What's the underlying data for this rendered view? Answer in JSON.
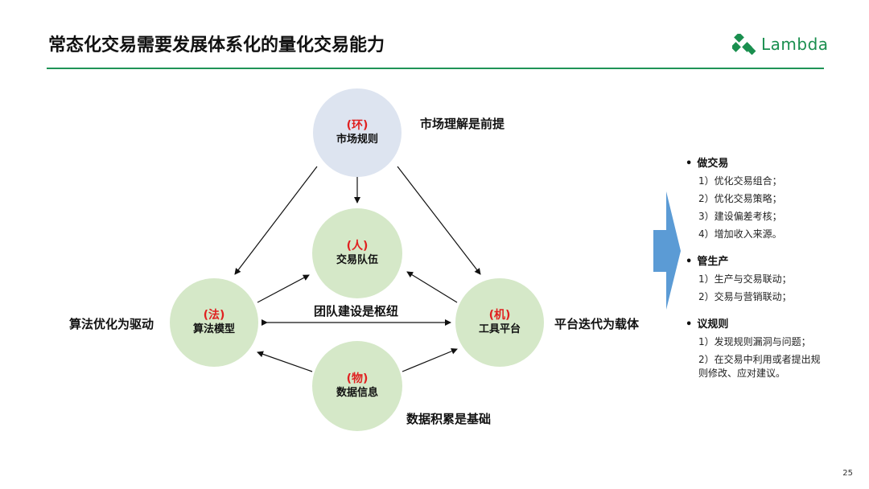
{
  "header": {
    "title": "常态化交易需要发展体系化的量化交易能力",
    "logo_text": "Lambda",
    "accent_color": "#1f9457"
  },
  "diagram": {
    "nodes": {
      "top": {
        "tag": "(环)",
        "label": "市场规则",
        "color": "#dde4f0"
      },
      "center": {
        "tag": "(人)",
        "label": "交易队伍",
        "color": "#d5e8c8"
      },
      "left": {
        "tag": "(法)",
        "label": "算法模型",
        "color": "#d5e8c8"
      },
      "right": {
        "tag": "(机)",
        "label": "工具平台",
        "color": "#d5e8c8"
      },
      "bottom": {
        "tag": "(物)",
        "label": "数据信息",
        "color": "#d5e8c8"
      }
    },
    "captions": {
      "top": "市场理解是前提",
      "left": "算法优化为驱动",
      "center": "团队建设是枢纽",
      "right": "平台迭代为载体",
      "bottom": "数据积累是基础"
    },
    "arrow_color": "#5b9bd5"
  },
  "side_panel": {
    "groups": [
      {
        "heading": "做交易",
        "items": [
          "1）优化交易组合；",
          "2）优化交易策略；",
          "3）建设偏差考核；",
          "4）增加收入来源。"
        ]
      },
      {
        "heading": "管生产",
        "items": [
          "1）生产与交易联动；",
          "2）交易与营销联动；"
        ]
      },
      {
        "heading": "议规则",
        "items": [
          "1）发现规则漏洞与问题；",
          "2）在交易中利用或者提出规则修改、应对建议。"
        ]
      }
    ]
  },
  "footer": {
    "page_number": "25"
  }
}
